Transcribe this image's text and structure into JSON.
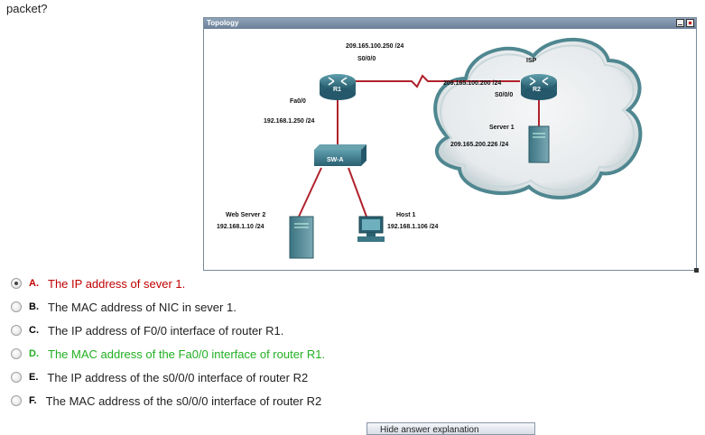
{
  "question": {
    "tail_text": "packet?"
  },
  "topology": {
    "title": "Topology",
    "devices": {
      "r1": {
        "name": "R1",
        "ip_serial": "209.165.100.250 /24",
        "serial_iface": "S0/0/0",
        "fa_iface": "Fa0/0",
        "ip_fa": "192.168.1.250 /24"
      },
      "r2": {
        "name": "R2",
        "ip_serial": "209.165.100.200 /24",
        "serial_iface": "S0/0/0",
        "cloud_label": "ISP"
      },
      "server1": {
        "name": "Server 1",
        "ip": "209.165.200.226 /24"
      },
      "switch": {
        "name": "SW-A"
      },
      "webserver2": {
        "name": "Web Server 2",
        "ip": "192.168.1.10 /24"
      },
      "host1": {
        "name": "Host 1",
        "ip": "192.168.1.106 /24"
      }
    },
    "colors": {
      "link": "#b0222c",
      "router": "#2f6f7e",
      "cloud": "#e9ecee",
      "cloud_edge": "#5d8c95"
    }
  },
  "answers": [
    {
      "letter": "A",
      "text": "The IP address of sever 1.",
      "state": "incorrect",
      "selected": true
    },
    {
      "letter": "B",
      "text": "The MAC address of NIC in sever 1.",
      "state": "normal",
      "selected": false
    },
    {
      "letter": "C",
      "text": "The IP address of F0/0 interface of router R1.",
      "state": "normal",
      "selected": false
    },
    {
      "letter": "D",
      "text": "The MAC address of the Fa0/0 interface of router R1.",
      "state": "correct",
      "selected": false
    },
    {
      "letter": "E",
      "text": "The IP address of the s0/0/0 interface of router R2",
      "state": "normal",
      "selected": false
    },
    {
      "letter": "F",
      "text": "The MAC address of the s0/0/0 interface of router R2",
      "state": "normal",
      "selected": false
    }
  ],
  "bottom_button": {
    "label": "Hide answer explanation"
  }
}
